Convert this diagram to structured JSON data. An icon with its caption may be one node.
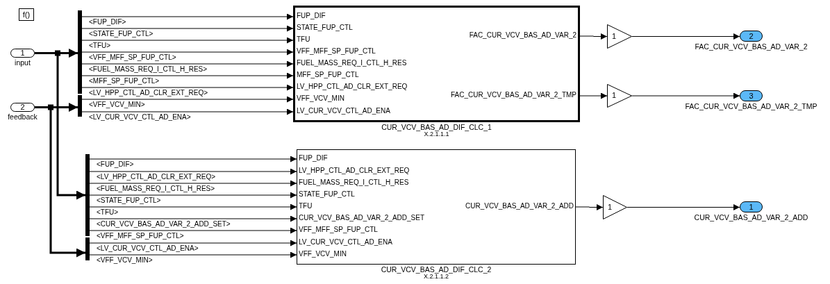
{
  "diagram": {
    "nodes": [
      {
        "text": [
          "f()"
        ]
      },
      {
        "text": [
          "1"
        ],
        "beside": [
          "input"
        ]
      },
      {
        "text": [
          "2"
        ],
        "beside": [
          "feedback"
        ]
      },
      {
        "text": [],
        "shape": "bar"
      },
      {
        "text": [],
        "shape": "bar"
      },
      {
        "text": [
          "FUP_DIF",
          "STATE_FUP_CTL",
          "TFU",
          "VFF_MFF_SP_FUP_CTL",
          "FUEL_MASS_REQ_I_CTL_H_RES",
          "MFF_SP_FUP_CTL",
          "LV_HPP_CTL_AD_CLR_EXT_REQ",
          "VFF_VCV_MIN",
          "LV_CUR_VCV_CTL_AD_ENA",
          "FAC_CUR_VCV_BAS_AD_VAR_2",
          "FAC_CUR_VCV_BAS_AD_VAR_2_TMP"
        ],
        "beside": [
          "CUR_VCV_BAS_AD_DIF_CLC_1",
          "X.2.1.1.1"
        ]
      },
      {
        "text": [
          "1"
        ]
      },
      {
        "text": [
          "1"
        ]
      },
      {
        "text": [
          "2"
        ],
        "beside": [
          "FAC_CUR_VCV_BAS_AD_VAR_2"
        ]
      },
      {
        "text": [
          "3"
        ],
        "beside": [
          "FAC_CUR_VCV_BAS_AD_VAR_2_TMP"
        ]
      },
      {
        "text": [],
        "shape": "bar"
      },
      {
        "text": [],
        "shape": "bar"
      },
      {
        "text": [
          "FUP_DIF",
          "LV_HPP_CTL_AD_CLR_EXT_REQ",
          "FUEL_MASS_REQ_I_CTL_H_RES",
          "STATE_FUP_CTL",
          "TFU",
          "CUR_VCV_BAS_AD_VAR_2_ADD_SET",
          "VFF_MFF_SP_FUP_CTL",
          "LV_CUR_VCV_CTL_AD_ENA",
          "VFF_VCV_MIN",
          "CUR_VCV_BAS_AD_VAR_2_ADD"
        ],
        "beside": [
          "CUR_VCV_BAS_AD_DIF_CLC_2",
          "X.2.1.1.2"
        ]
      },
      {
        "text": [
          "1"
        ]
      },
      {
        "text": [
          "1"
        ],
        "beside": [
          "CUR_VCV_BAS_AD_VAR_2_ADD"
        ]
      }
    ],
    "edges": [
      {
        "from": 1,
        "to": 3,
        "arrow": "to",
        "style": "thick"
      },
      {
        "from": 1,
        "to": 10,
        "arrow": "to",
        "style": "thick"
      },
      {
        "from": 2,
        "to": 4,
        "arrow": "to",
        "style": "thick"
      },
      {
        "from": 2,
        "to": 11,
        "arrow": "to",
        "style": "thick"
      },
      {
        "from": 3,
        "to": 5,
        "arrow": "to",
        "label": "<FUP_DIF>"
      },
      {
        "from": 3,
        "to": 5,
        "arrow": "to",
        "label": "<STATE_FUP_CTL>"
      },
      {
        "from": 3,
        "to": 5,
        "arrow": "to",
        "label": "<TFU>"
      },
      {
        "from": 3,
        "to": 5,
        "arrow": "to",
        "label": "<VFF_MFF_SP_FUP_CTL>"
      },
      {
        "from": 3,
        "to": 5,
        "arrow": "to",
        "label": "<FUEL_MASS_REQ_I_CTL_H_RES>"
      },
      {
        "from": 3,
        "to": 5,
        "arrow": "to",
        "label": "<MFF_SP_FUP_CTL>"
      },
      {
        "from": 3,
        "to": 5,
        "arrow": "to",
        "label": "<LV_HPP_CTL_AD_CLR_EXT_REQ>"
      },
      {
        "from": 4,
        "to": 5,
        "arrow": "to",
        "label": "<VFF_VCV_MIN>"
      },
      {
        "from": 4,
        "to": 5,
        "arrow": "to",
        "label": "<LV_CUR_VCV_CTL_AD_ENA>"
      },
      {
        "from": 5,
        "to": 6,
        "arrow": "to"
      },
      {
        "from": 5,
        "to": 7,
        "arrow": "to"
      },
      {
        "from": 6,
        "to": 8,
        "arrow": "to"
      },
      {
        "from": 7,
        "to": 9,
        "arrow": "to"
      },
      {
        "from": 10,
        "to": 12,
        "arrow": "to",
        "label": "<FUP_DIF>"
      },
      {
        "from": 10,
        "to": 12,
        "arrow": "to",
        "label": "<LV_HPP_CTL_AD_CLR_EXT_REQ>"
      },
      {
        "from": 10,
        "to": 12,
        "arrow": "to",
        "label": "<FUEL_MASS_REQ_I_CTL_H_RES>"
      },
      {
        "from": 10,
        "to": 12,
        "arrow": "to",
        "label": "<STATE_FUP_CTL>"
      },
      {
        "from": 10,
        "to": 12,
        "arrow": "to",
        "label": "<TFU>"
      },
      {
        "from": 10,
        "to": 12,
        "arrow": "to",
        "label": "<CUR_VCV_BAS_AD_VAR_2_ADD_SET>"
      },
      {
        "from": 10,
        "to": 12,
        "arrow": "to",
        "label": "<VFF_MFF_SP_FUP_CTL>"
      },
      {
        "from": 11,
        "to": 12,
        "arrow": "to",
        "label": "<LV_CUR_VCV_CTL_AD_ENA>"
      },
      {
        "from": 11,
        "to": 12,
        "arrow": "to",
        "label": "<VFF_VCV_MIN>"
      },
      {
        "from": 12,
        "to": 13,
        "arrow": "to"
      },
      {
        "from": 13,
        "to": 14,
        "arrow": "to"
      }
    ]
  }
}
